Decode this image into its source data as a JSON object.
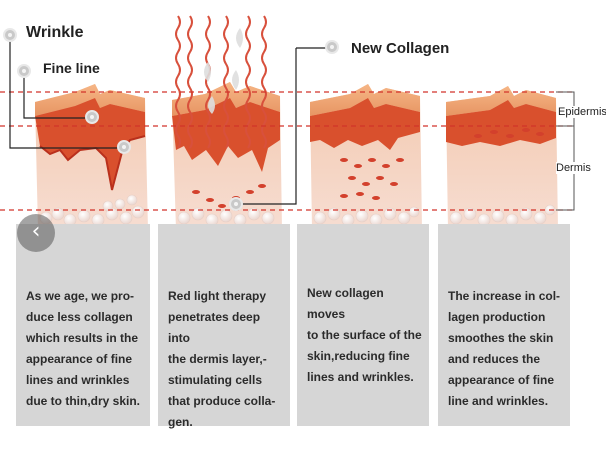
{
  "labels": {
    "wrinkle": "Wrinkle",
    "fine_line": "Fine line",
    "new_collagen": "New Collagen",
    "epidermis": "Epidermis",
    "dermis": "Dermis"
  },
  "panels": [
    {
      "text": "As we age, we pro-\nduce less collagen\nwhich results in the\nappearance of fine\nlines and wrinkles\ndue to thin,dry skin."
    },
    {
      "text": "Red light therapy\npenetrates deep into\nthe dermis layer,-\nstimulating cells\nthat produce colla-\ngen."
    },
    {
      "text": "New collagen moves\nto the surface of the\nskin,reducing fine\nlines and wrinkles."
    },
    {
      "text": "The increase in col-\nlagen production\nsmoothes the skin\nand reduces the\nappearance of fine\nline and wrinkles."
    }
  ],
  "carousel": {
    "prev_icon": "chevron-left-icon",
    "prev_glyph": "‹"
  },
  "colors": {
    "accent": "#c9381f",
    "skin": "#f1c8b4",
    "panel": "#d6d6d6",
    "dashed_line": "#d2332a"
  }
}
